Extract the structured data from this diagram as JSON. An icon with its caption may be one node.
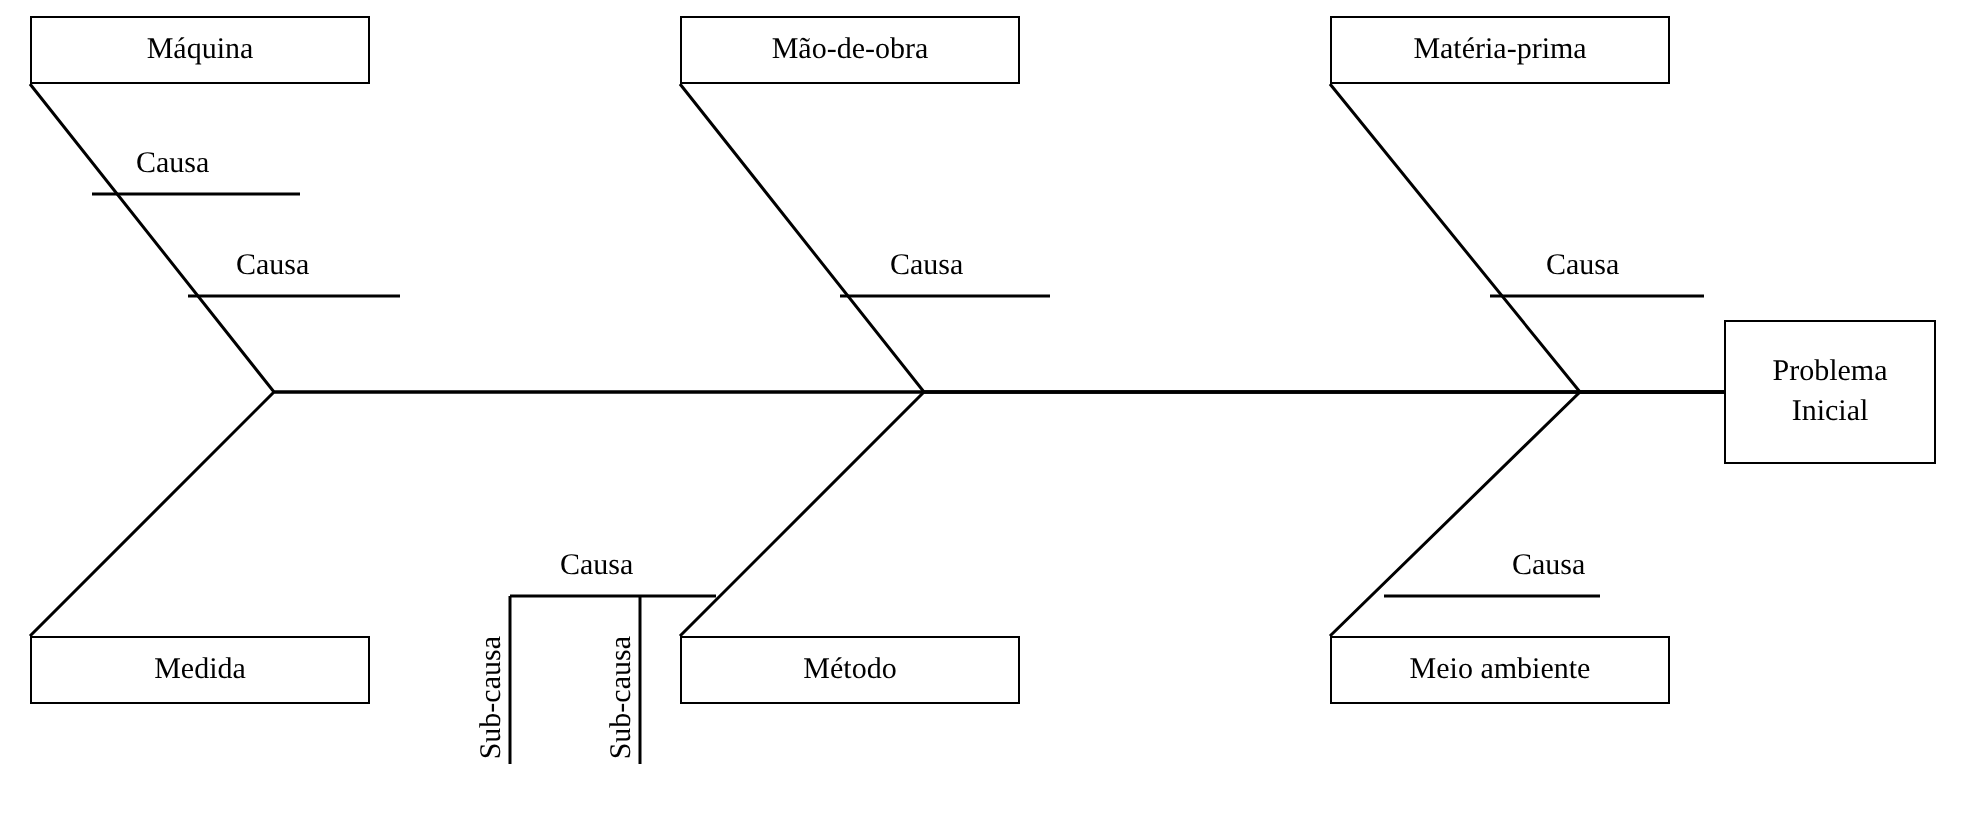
{
  "diagram": {
    "nodes": [
      {
        "text": [
          "Máquina"
        ]
      },
      {
        "text": [
          "Mão-de-obra"
        ]
      },
      {
        "text": [
          "Matéria-prima"
        ]
      },
      {
        "text": [
          "Problema Inicial"
        ]
      },
      {
        "text": [
          "Medida"
        ]
      },
      {
        "text": [
          "Método"
        ]
      },
      {
        "text": [
          "Meio ambiente"
        ]
      }
    ],
    "edges": [
      {
        "from": 0,
        "to": 3,
        "arrow": "none"
      },
      {
        "from": 1,
        "to": 3,
        "arrow": "none"
      },
      {
        "from": 2,
        "to": 3,
        "arrow": "none"
      },
      {
        "from": 4,
        "to": 3,
        "arrow": "none"
      },
      {
        "from": 5,
        "to": 3,
        "arrow": "none"
      },
      {
        "from": 6,
        "to": 3,
        "arrow": "none"
      }
    ],
    "labels": [
      "Causa",
      "Causa",
      "Causa",
      "Causa",
      "Causa",
      "Causa",
      "Sub-causa",
      "Sub-causa"
    ]
  }
}
